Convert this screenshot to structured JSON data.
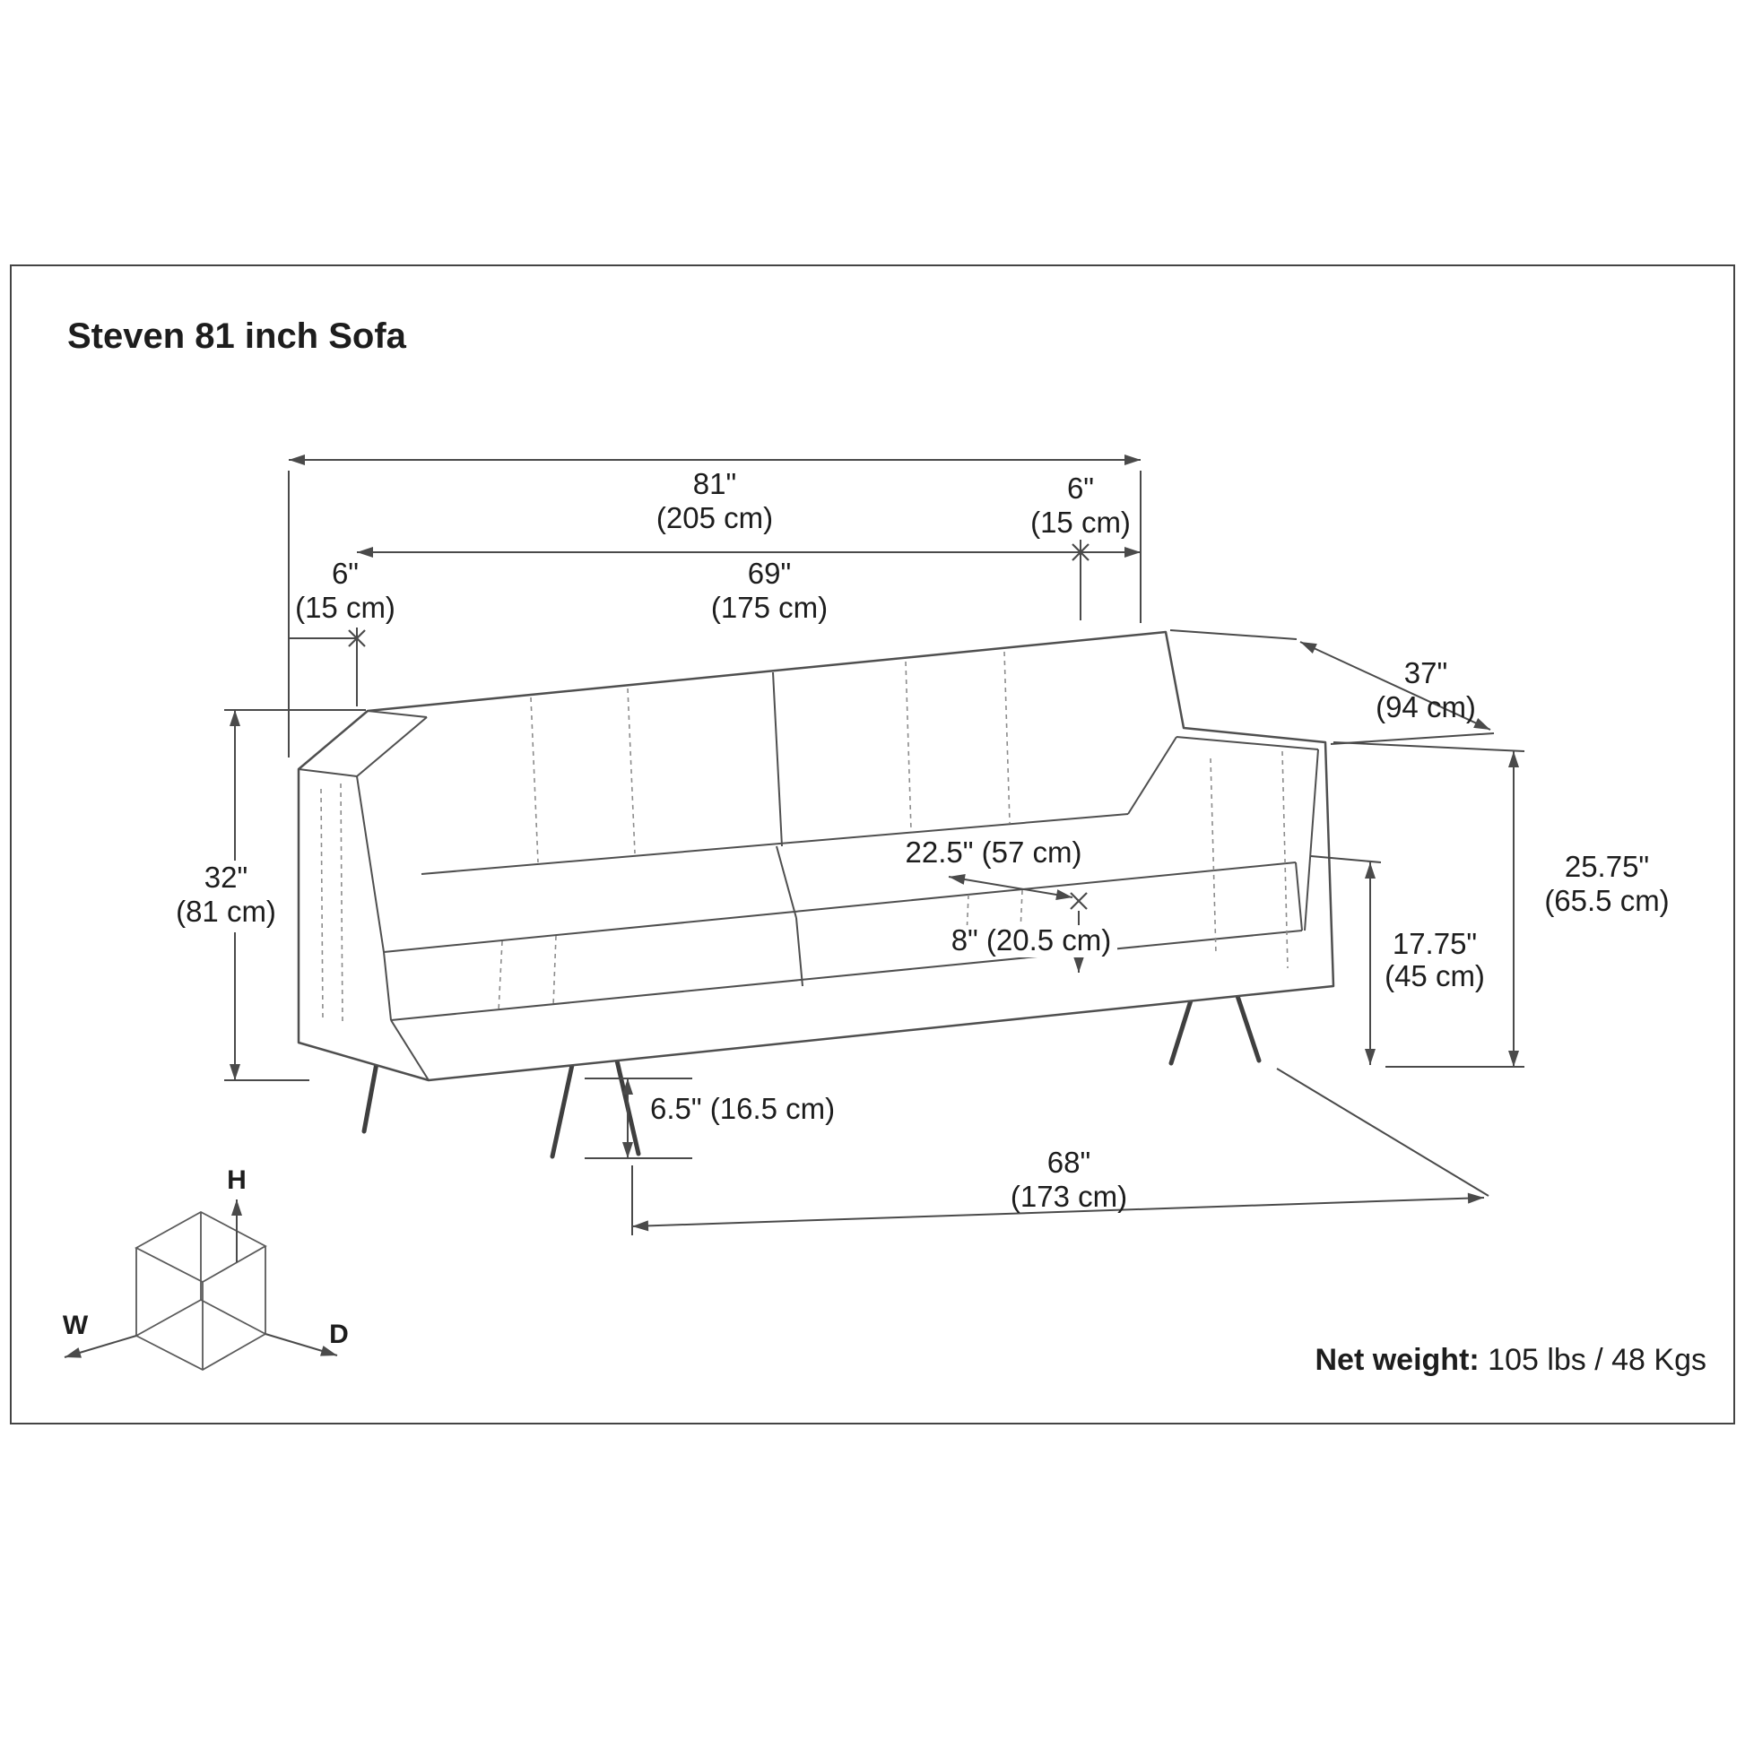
{
  "title": "Steven 81 inch Sofa",
  "dimensions": {
    "overall_width_in": "81\"",
    "overall_width_cm": "(205 cm)",
    "right_arm_in": "6\"",
    "right_arm_cm": "(15 cm)",
    "left_arm_in": "6\"",
    "left_arm_cm": "(15 cm)",
    "inner_width_in": "69\"",
    "inner_width_cm": "(175 cm)",
    "depth_in": "37\"",
    "depth_cm": "(94 cm)",
    "overall_height_in": "32\"",
    "overall_height_cm": "(81 cm)",
    "seat_depth": "22.5\" (57 cm)",
    "seat_cushion_height": "8\" (20.5 cm)",
    "arm_height_in": "25.75\"",
    "arm_height_cm": "(65.5 cm)",
    "seat_height_in": "17.75\"",
    "seat_height_cm": "(45 cm)",
    "leg_height": "6.5\" (16.5 cm)",
    "base_width_in": "68\"",
    "base_width_cm": "(173 cm)"
  },
  "axis_cube": {
    "height_label": "H",
    "width_label": "W",
    "depth_label": "D"
  },
  "net_weight_label": "Net weight:",
  "net_weight_value": " 105 lbs / 48 Kgs",
  "colors": {
    "line": "#4a4a4a",
    "text": "#1d1d1d",
    "background": "#ffffff"
  }
}
